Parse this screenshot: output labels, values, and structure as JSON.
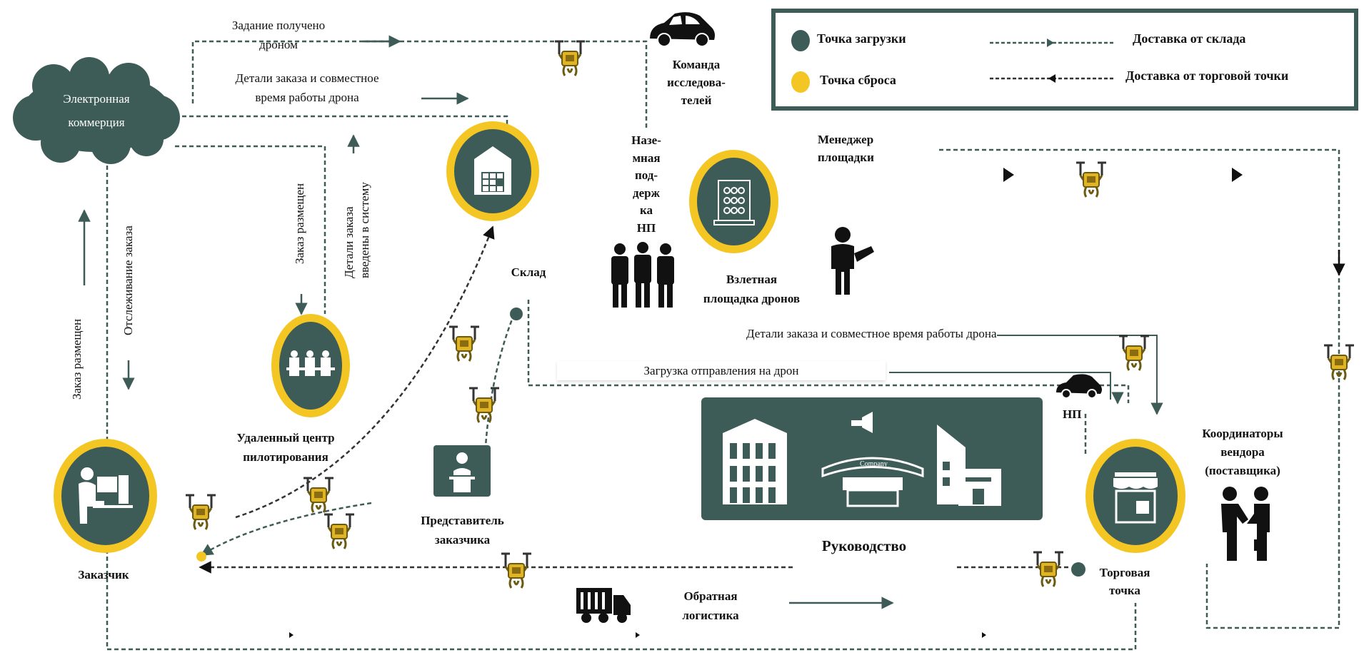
{
  "colors": {
    "teal": "#3d5b57",
    "yellow": "#f3c623",
    "line": "#3d5b57",
    "text": "#111111"
  },
  "legend": {
    "loading_point": "Точка загрузки",
    "drop_point": "Точка сброса",
    "warehouse_delivery": "Доставка от склада",
    "store_delivery": "Доставка от торговой точки"
  },
  "nodes": {
    "ecommerce": "Электронная коммерция",
    "ecommerce_line1": "Электронная",
    "ecommerce_line2": "коммерция",
    "warehouse": "Склад",
    "launch_pad_line1": "Взлетная",
    "launch_pad_line2": "площадка дронов",
    "remote_center_line1": "Удаленный центр",
    "remote_center_line2": "пилотирования",
    "customer": "Заказчик",
    "store_line1": "Торговая",
    "store_line2": "точка",
    "management": "Руководство",
    "customer_rep_line1": "Представитель",
    "customer_rep_line2": "заказчика",
    "research_team_line1": "Команда",
    "research_team_line2": "исследова-",
    "research_team_line3": "телей",
    "ground_support": [
      "Назе-",
      "мная",
      "под-",
      "держ",
      "ка",
      "НП"
    ],
    "site_manager_line1": "Менеджер",
    "site_manager_line2": "площадки",
    "vendor_line1": "Координаторы",
    "vendor_line2": "вендора",
    "vendor_line3": "(поставщика)",
    "np": "НП",
    "reverse_logistics_line1": "Обратная",
    "reverse_logistics_line2": "логистика",
    "company_banner": "Company"
  },
  "flows": {
    "task_received_line1": "Задание получено",
    "task_received_line2": "дроном",
    "order_details_line1": "Детали заказа и совместное",
    "order_details_line2": "время работы дрона",
    "order_placed": "Заказ размещен",
    "order_details_entered_line1": "Детали заказа",
    "order_details_entered_line2": "введены в систему",
    "order_placed_customer": "Заказ размещен",
    "order_tracking": "Отслеживание заказа",
    "order_details_right": "Детали заказа и совместное время работы дрона",
    "loading_to_drone": "Загрузка отправления на дрон"
  }
}
